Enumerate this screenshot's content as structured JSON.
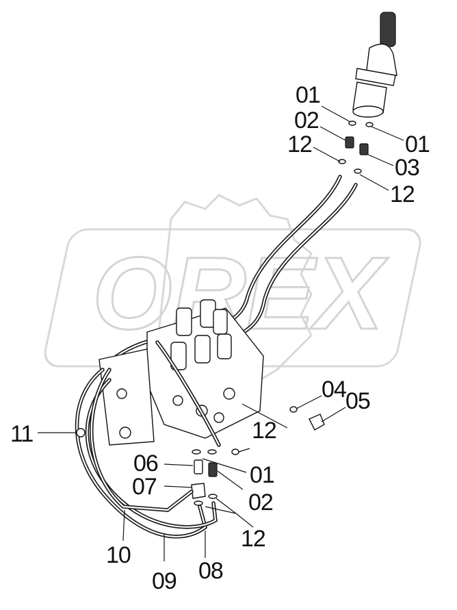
{
  "diagram": {
    "watermark": "OREX",
    "callouts": [
      {
        "id": "c01a",
        "label": "01"
      },
      {
        "id": "c02a",
        "label": "02"
      },
      {
        "id": "c12a",
        "label": "12"
      },
      {
        "id": "c01b",
        "label": "01"
      },
      {
        "id": "c03",
        "label": "03"
      },
      {
        "id": "c12b",
        "label": "12"
      },
      {
        "id": "c04",
        "label": "04"
      },
      {
        "id": "c05",
        "label": "05"
      },
      {
        "id": "c11",
        "label": "11"
      },
      {
        "id": "c12c",
        "label": "12"
      },
      {
        "id": "c06",
        "label": "06"
      },
      {
        "id": "c01c",
        "label": "01"
      },
      {
        "id": "c07",
        "label": "07"
      },
      {
        "id": "c02b",
        "label": "02"
      },
      {
        "id": "c12d",
        "label": "12"
      },
      {
        "id": "c10",
        "label": "10"
      },
      {
        "id": "c09",
        "label": "09"
      },
      {
        "id": "c08",
        "label": "08"
      }
    ]
  }
}
